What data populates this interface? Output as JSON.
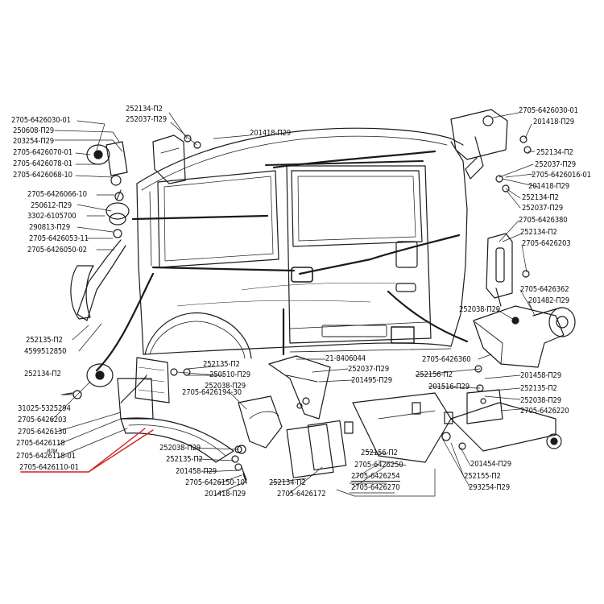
{
  "colors": {
    "ink": "#1a1a1a",
    "leader_red": "#d21f1f",
    "paper": "#ffffff"
  },
  "labels": {
    "l01": "2705-6426030-01",
    "l02": "250608-П29",
    "l03": "203254-П29",
    "l04": "2705-6426070-01",
    "l05": "2705-6426078-01",
    "l06": "2705-6426068-10",
    "l07": "2705-6426066-10",
    "l08": "250612-П29",
    "l09": "3302-6105700",
    "l10": "290813-П29",
    "l11": "2705-6426053-11",
    "l12": "2705-6426050-02",
    "l13": "252135-П2",
    "l14": "4599512850",
    "l15": "252134-П2",
    "l16": "252037-П29",
    "l17": "201418-П29",
    "l18": "2705-6426030-01",
    "l19": "201418-П29",
    "l20": "252134-П2",
    "l21": "252037-П29",
    "l22": "2705-6426016-01",
    "l23": "201418-П29",
    "l24": "252134-П2",
    "l25": "252037-П29",
    "l26": "2705-6426380",
    "l27": "252134-П2",
    "l28": "2705-6426203",
    "l29": "2705-6426362",
    "l30": "201482-П29",
    "l31": "252038-П29",
    "l32": "2705-6426360",
    "l33": "252134-П2",
    "l34": "252135-П2",
    "l35": "250510-П29",
    "l36": "252038-П29",
    "l37": "21-8406044",
    "l38": "252037-П29",
    "l39": "201495-П29",
    "l40": "252156-П2",
    "l41": "201516-П29",
    "l42": "201458-П29",
    "l43": "252135-П2",
    "l44": "252038-П29",
    "l45": "2705-6426220",
    "l46": "31025-5325294",
    "l47": "2705-6426203",
    "l48": "2705-6426130",
    "l49": "2705-6426194-30",
    "l50": "2705-6426118",
    "l51": "или",
    "l52": "2705-6426118-01",
    "l53": "2705-6426110-01",
    "l54": "252038-П29",
    "l55": "252135-П2",
    "l56": "201458-П29",
    "l57": "2705-6426150-10",
    "l58": "201418-П29",
    "l59": "252134-П2",
    "l60": "2705-6426172",
    "l61": "252156-П2",
    "l62": "2705-6426250",
    "l63": "2705-6426254",
    "l64": "2705-6426270",
    "l65": "201454-П29",
    "l66": "252155-П2",
    "l67": "293254-П29"
  }
}
